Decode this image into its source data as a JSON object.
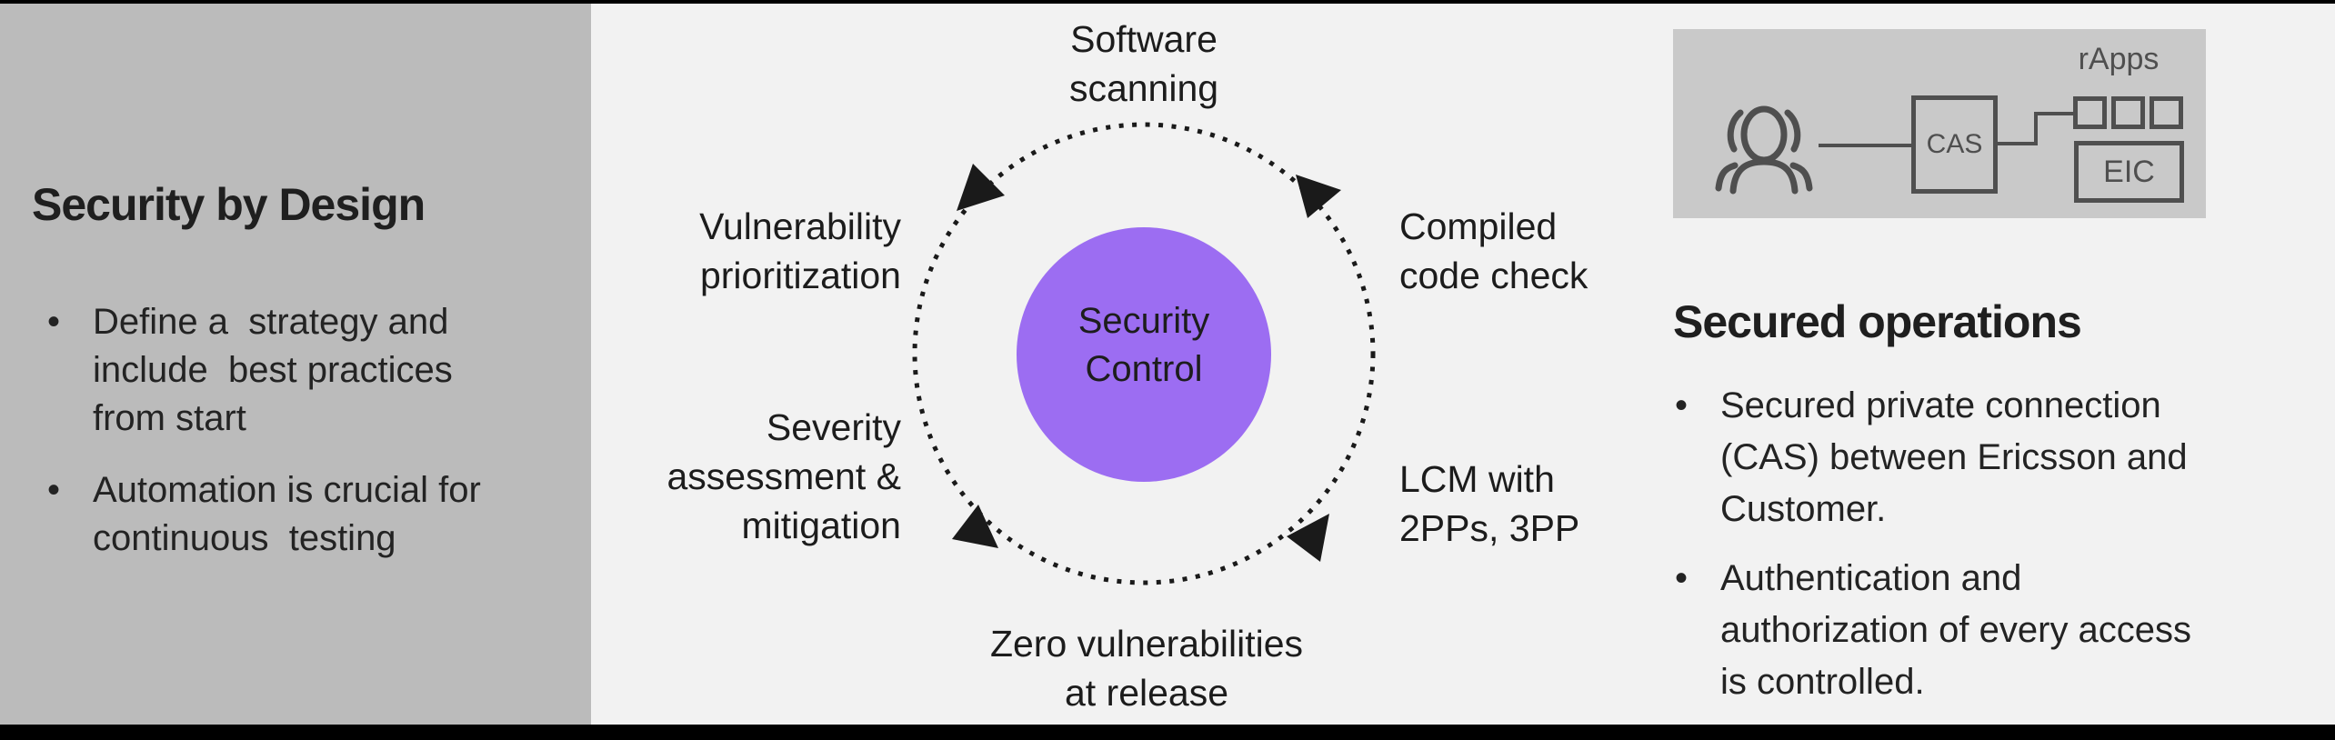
{
  "glyphs": {
    "bullet": "•"
  },
  "colors": {
    "accent_purple": "#9c6df2",
    "left_panel_bg": "#bbbbbb",
    "network_box_bg": "#c9c9c9",
    "outline_gray": "#4f4f4f",
    "cycle_black": "#1a1a1a",
    "background": "#f2f2f2"
  },
  "left_panel": {
    "title": "Security by Design",
    "bullets": [
      {
        "lines": [
          "Define a  strategy and",
          "include  best practices",
          "from start"
        ]
      },
      {
        "lines": [
          "Automation is crucial for",
          "continuous  testing"
        ]
      }
    ]
  },
  "cycle_diagram": {
    "center_lines": [
      "Security",
      "Control"
    ],
    "label_top_lines": [
      "Software",
      "scanning"
    ],
    "label_left_top_lines": [
      "Vulnerability",
      "prioritization"
    ],
    "label_left_bottom_lines": [
      "Severity",
      "assessment &",
      "mitigation"
    ],
    "label_right_top_lines": [
      "Compiled",
      "code check"
    ],
    "label_right_bottom_lines": [
      "LCM with",
      "2PPs, 3PP"
    ],
    "label_bottom_lines": [
      "Zero vulnerabilities",
      "at release"
    ]
  },
  "network_diagram": {
    "people_icon": "people-group-icon",
    "cas_label": "CAS",
    "rapps_label": "rApps",
    "eic_label": "EIC"
  },
  "right_panel": {
    "title": "Secured operations",
    "bullets": [
      {
        "lines": [
          "Secured private connection",
          "(CAS) between Ericsson and",
          "Customer."
        ]
      },
      {
        "lines": [
          "Authentication and",
          "authorization of every access",
          "is controlled."
        ]
      }
    ]
  }
}
